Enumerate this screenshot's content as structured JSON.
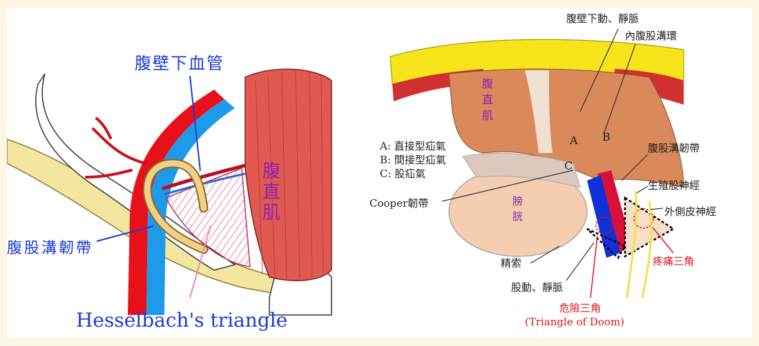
{
  "left_diagram": {
    "inferior_epigastric_label": "腹壁下血管",
    "rectus_label_line1": "腹",
    "rectus_label_line2": "直",
    "rectus_label_line3": "肌",
    "inguinal_ligament_label": "腹股溝韌帶",
    "hesselbach_label": "Hesselbach's triangle"
  },
  "right_diagram": {
    "inferior_epigastric_av_label": "腹壁下動、靜脈",
    "internal_ring_label": "內腹股溝環",
    "rectus_label_line1": "腹",
    "rectus_label_line2": "直",
    "rectus_label_line3": "肌",
    "legend_a": "A: 直接型疝氣",
    "legend_b": "B: 間接型疝氣",
    "legend_c": "C: 股疝氣",
    "marker_a": "A",
    "marker_b": "B",
    "marker_c": "C",
    "inguinal_ligament_label": "腹股溝韌帶",
    "genitofemoral_label": "生殖股神經",
    "cooper_label": "Cooper韌帶",
    "bladder_label_line1": "膀",
    "bladder_label_line2": "胱",
    "lateral_cutaneous_label": "外側皮神經",
    "vas_label": "精索",
    "femoral_av_label": "股動、靜脈",
    "triangle_pain_label": "疼痛三角",
    "triangle_doom_label": "危險三角",
    "triangle_doom_en_label": "(Triangle of Doom)"
  },
  "colors": {
    "artery": "#e8111a",
    "vein": "#1e9be8",
    "muscle": "#e05a52",
    "ligament": "#f3e7a0",
    "fat_yellow": "#f7e41a",
    "muscle_orange": "#d9895a",
    "bladder": "#f5cdb0",
    "blue_label": "#1a3bd6",
    "purple_label": "#8b1fb5",
    "red_label": "#e0141c"
  }
}
